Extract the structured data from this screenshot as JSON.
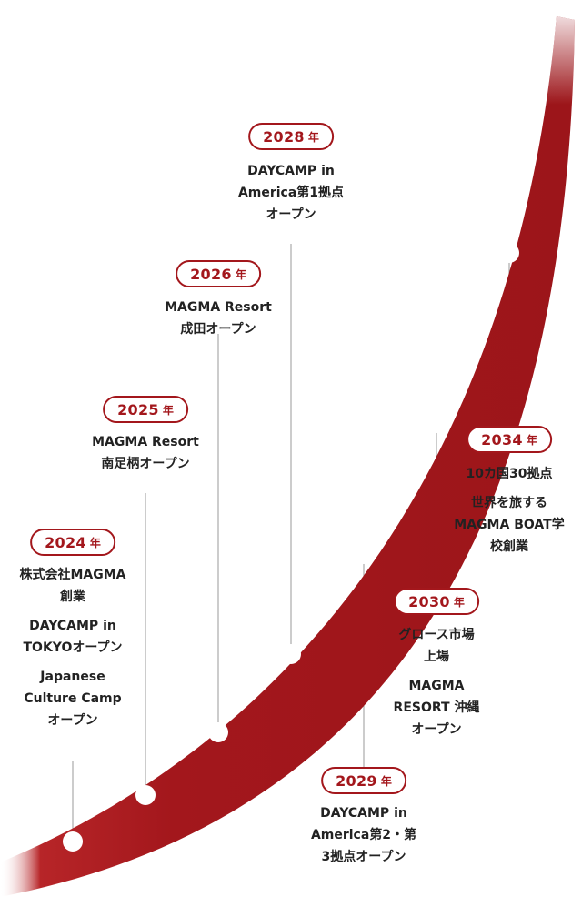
{
  "milestones": [
    {
      "year": "2024",
      "unit": "年",
      "items": [
        "株式会社MAGMA\n創業",
        "DAYCAMP in\nTOKYOオープン",
        "Japanese\nCulture Camp\nオープン"
      ]
    },
    {
      "year": "2025",
      "unit": "年",
      "items": [
        "MAGMA Resort\n南足柄オープン"
      ]
    },
    {
      "year": "2026",
      "unit": "年",
      "items": [
        "MAGMA Resort\n成田オープン"
      ]
    },
    {
      "year": "2028",
      "unit": "年",
      "items": [
        "DAYCAMP in\nAmerica第1拠点\nオープン"
      ]
    },
    {
      "year": "2029",
      "unit": "年",
      "items": [
        "DAYCAMP in\nAmerica第2・第\n3拠点オープン"
      ]
    },
    {
      "year": "2030",
      "unit": "年",
      "items": [
        "グロース市場\n上場",
        "MAGMA\nRESORT 沖縄\nオープン"
      ]
    },
    {
      "year": "2034",
      "unit": "年",
      "items": [
        "10カ国30拠点",
        "世界を旅する\nMAGMA BOAT学\n校創業"
      ]
    }
  ],
  "colors": {
    "accent": "#a3171c",
    "connector": "#9a9a9a",
    "text": "#222222"
  }
}
